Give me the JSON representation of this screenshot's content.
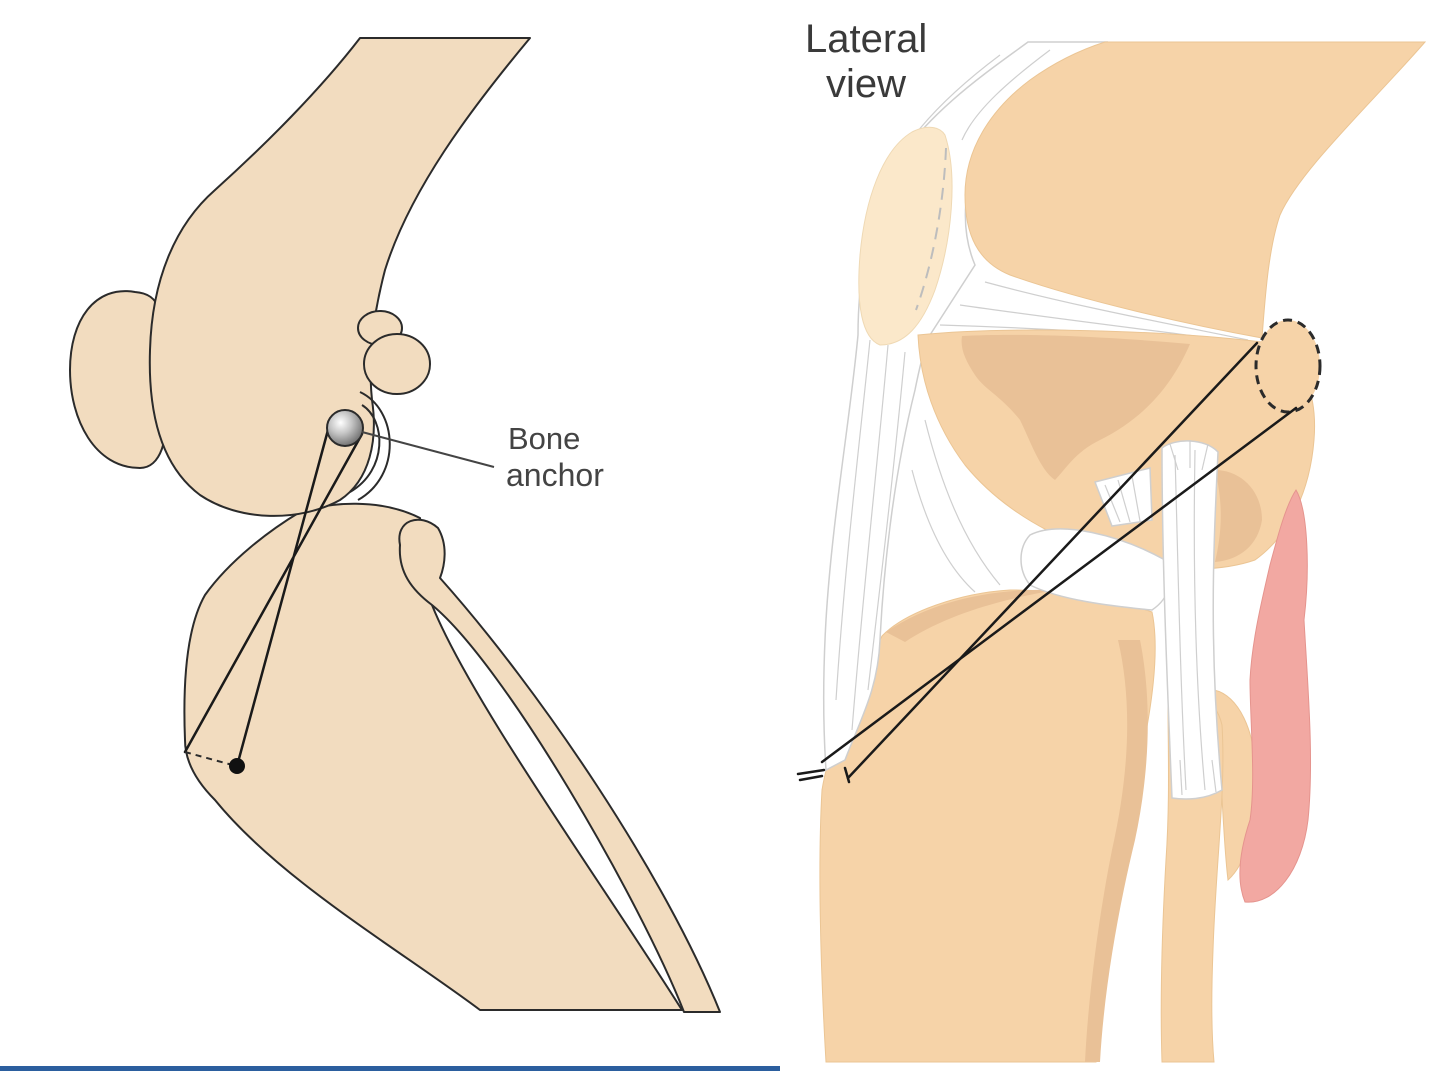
{
  "left_figure": {
    "bone_anchor_label": {
      "line1": "Bone",
      "line2": "anchor"
    }
  },
  "right_figure": {
    "view_label": {
      "line1": "Lateral",
      "line2": "view"
    }
  },
  "colors": {
    "background": "#ffffff",
    "bone_left": "#f2dcbf",
    "outline_left": "#2b2b2b",
    "bone_right": "#f6d3a8",
    "bone_shadow_right": "#e9c197",
    "patella_right": "#fbe8ca",
    "ligament": "#ffffff",
    "ligament_fiber": "#cfcfcf",
    "muscle": "#f2a8a2",
    "suture": "#1a1a1a",
    "label_text": "#444444",
    "rule_bar": "#2b5e9e"
  }
}
